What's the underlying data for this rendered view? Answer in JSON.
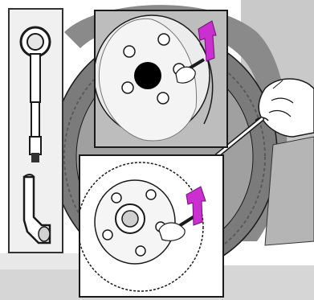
{
  "illustration": {
    "subject": "",
    "colors": {
      "background": "#ffffff",
      "line": "#1a1a1a",
      "tire_gray": "#8a8a8a",
      "light_gray": "#d6d6d6",
      "arrow_magenta": "#cc2fd0",
      "hub_black": "#000000"
    },
    "panels": [
      {
        "id": "tool-panel"
      },
      {
        "id": "inset-top"
      },
      {
        "id": "inset-bottom"
      }
    ],
    "icons": [
      "lug-wrench-icon",
      "extension-bar-icon",
      "rotate-arrow-icon",
      "wheel-hub-icon",
      "hand-icon"
    ]
  }
}
